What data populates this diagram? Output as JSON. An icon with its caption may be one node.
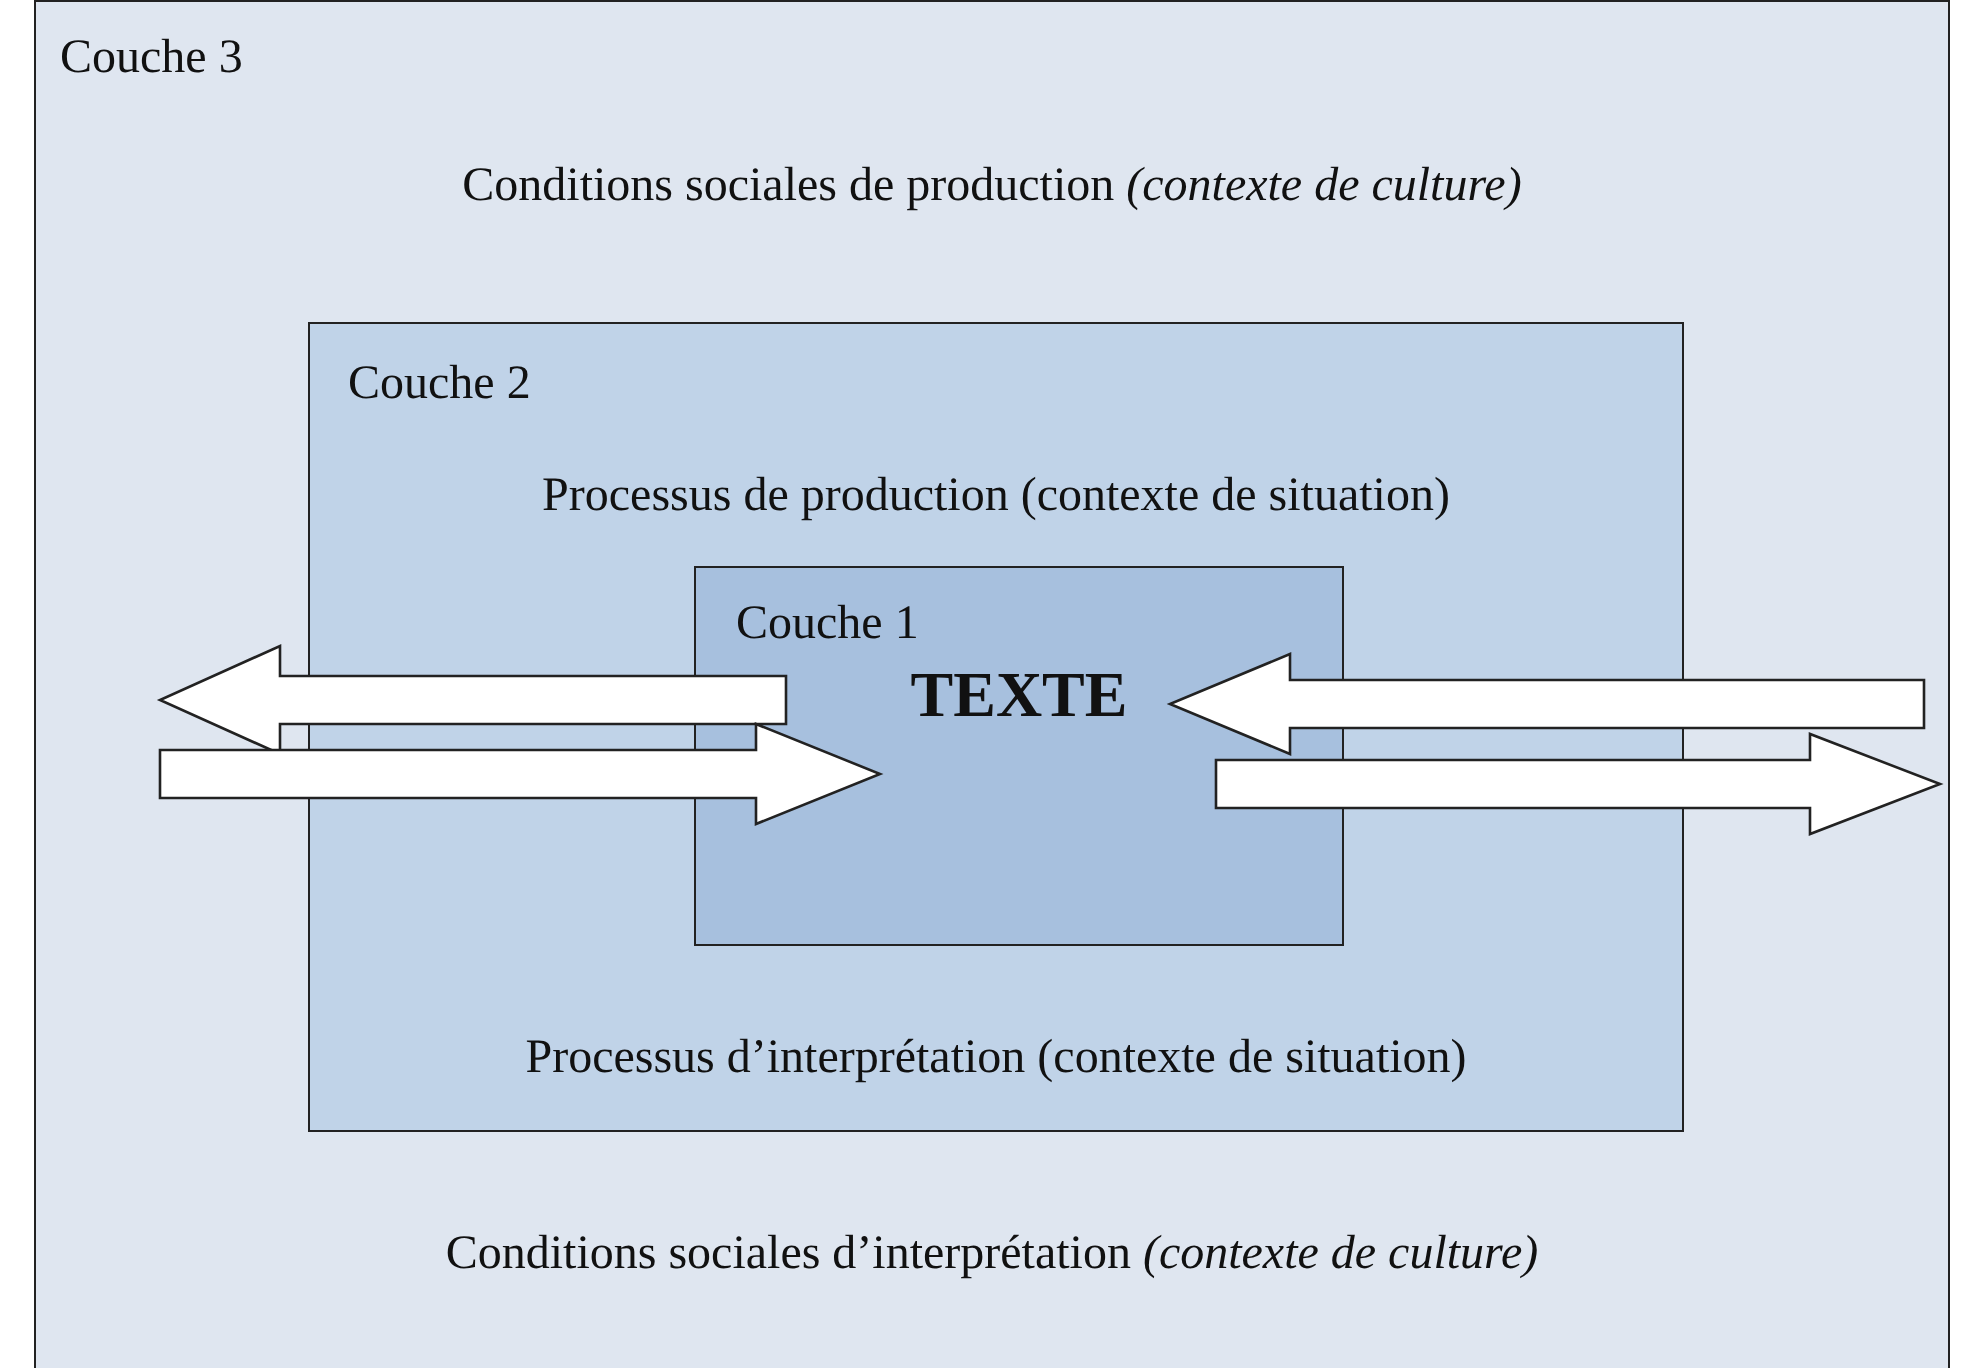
{
  "diagram": {
    "nodes": [
      {
        "text": [
          "Couche 3",
          "Conditions sociales de production *(contexte de culture)*",
          "Conditions sociales d’interprétation *(contexte de culture)*"
        ]
      },
      {
        "text": [
          "Couche 2",
          "Processus de production (contexte de situation)",
          "Processus d’interprétation (contexte de situation)"
        ],
        "in": 0
      },
      {
        "text": [
          "Couche 1",
          "TEXTE"
        ],
        "in": 1
      }
    ],
    "edges": [
      {
        "from": 2,
        "to": 0,
        "arrow": "to"
      },
      {
        "from": 0,
        "to": 2,
        "arrow": "to"
      },
      {
        "from": 0,
        "to": 2,
        "arrow": "to"
      },
      {
        "from": 2,
        "to": 0,
        "arrow": "to"
      }
    ]
  }
}
